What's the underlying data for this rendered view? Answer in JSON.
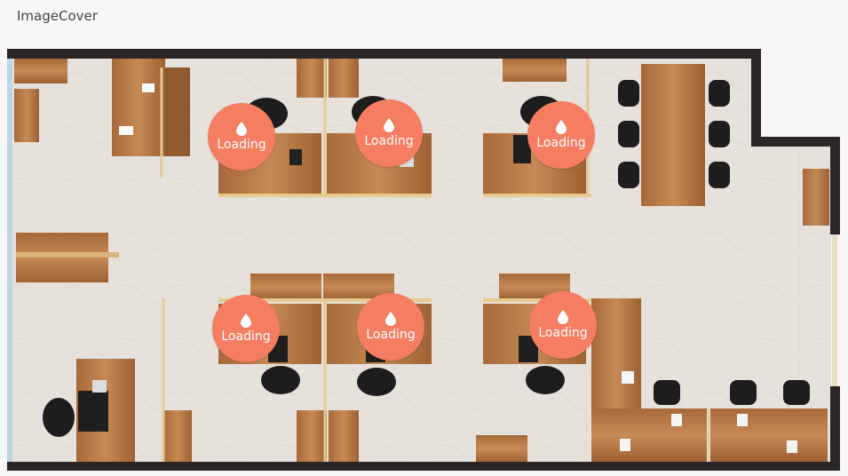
{
  "header": {
    "title": "ImageCover"
  },
  "markers": [
    {
      "label": "Loading",
      "icon": "droplet-icon"
    },
    {
      "label": "Loading",
      "icon": "droplet-icon"
    },
    {
      "label": "Loading",
      "icon": "droplet-icon"
    },
    {
      "label": "Loading",
      "icon": "droplet-icon"
    },
    {
      "label": "Loading",
      "icon": "droplet-icon"
    },
    {
      "label": "Loading",
      "icon": "droplet-icon"
    }
  ],
  "colors": {
    "marker": "#f47d62",
    "wall": "#2b2625",
    "floor": "#e6e2db",
    "wood": "#b77a46"
  }
}
